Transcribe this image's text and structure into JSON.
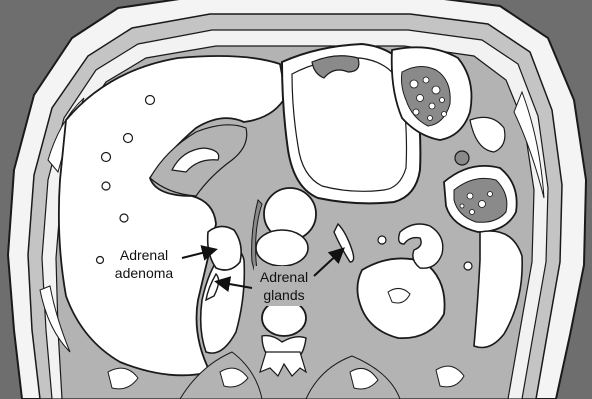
{
  "labels": {
    "adenoma_line1": "Adrenal",
    "adenoma_line2": "adenoma",
    "glands_line1": "Adrenal",
    "glands_line2": "glands"
  },
  "colors": {
    "background": "#6e6e6e",
    "tissue_gray": "#b3b3b3",
    "organ_white": "#ffffff",
    "dark_gray": "#8a8a8a",
    "outline": "#1a1a1a"
  }
}
